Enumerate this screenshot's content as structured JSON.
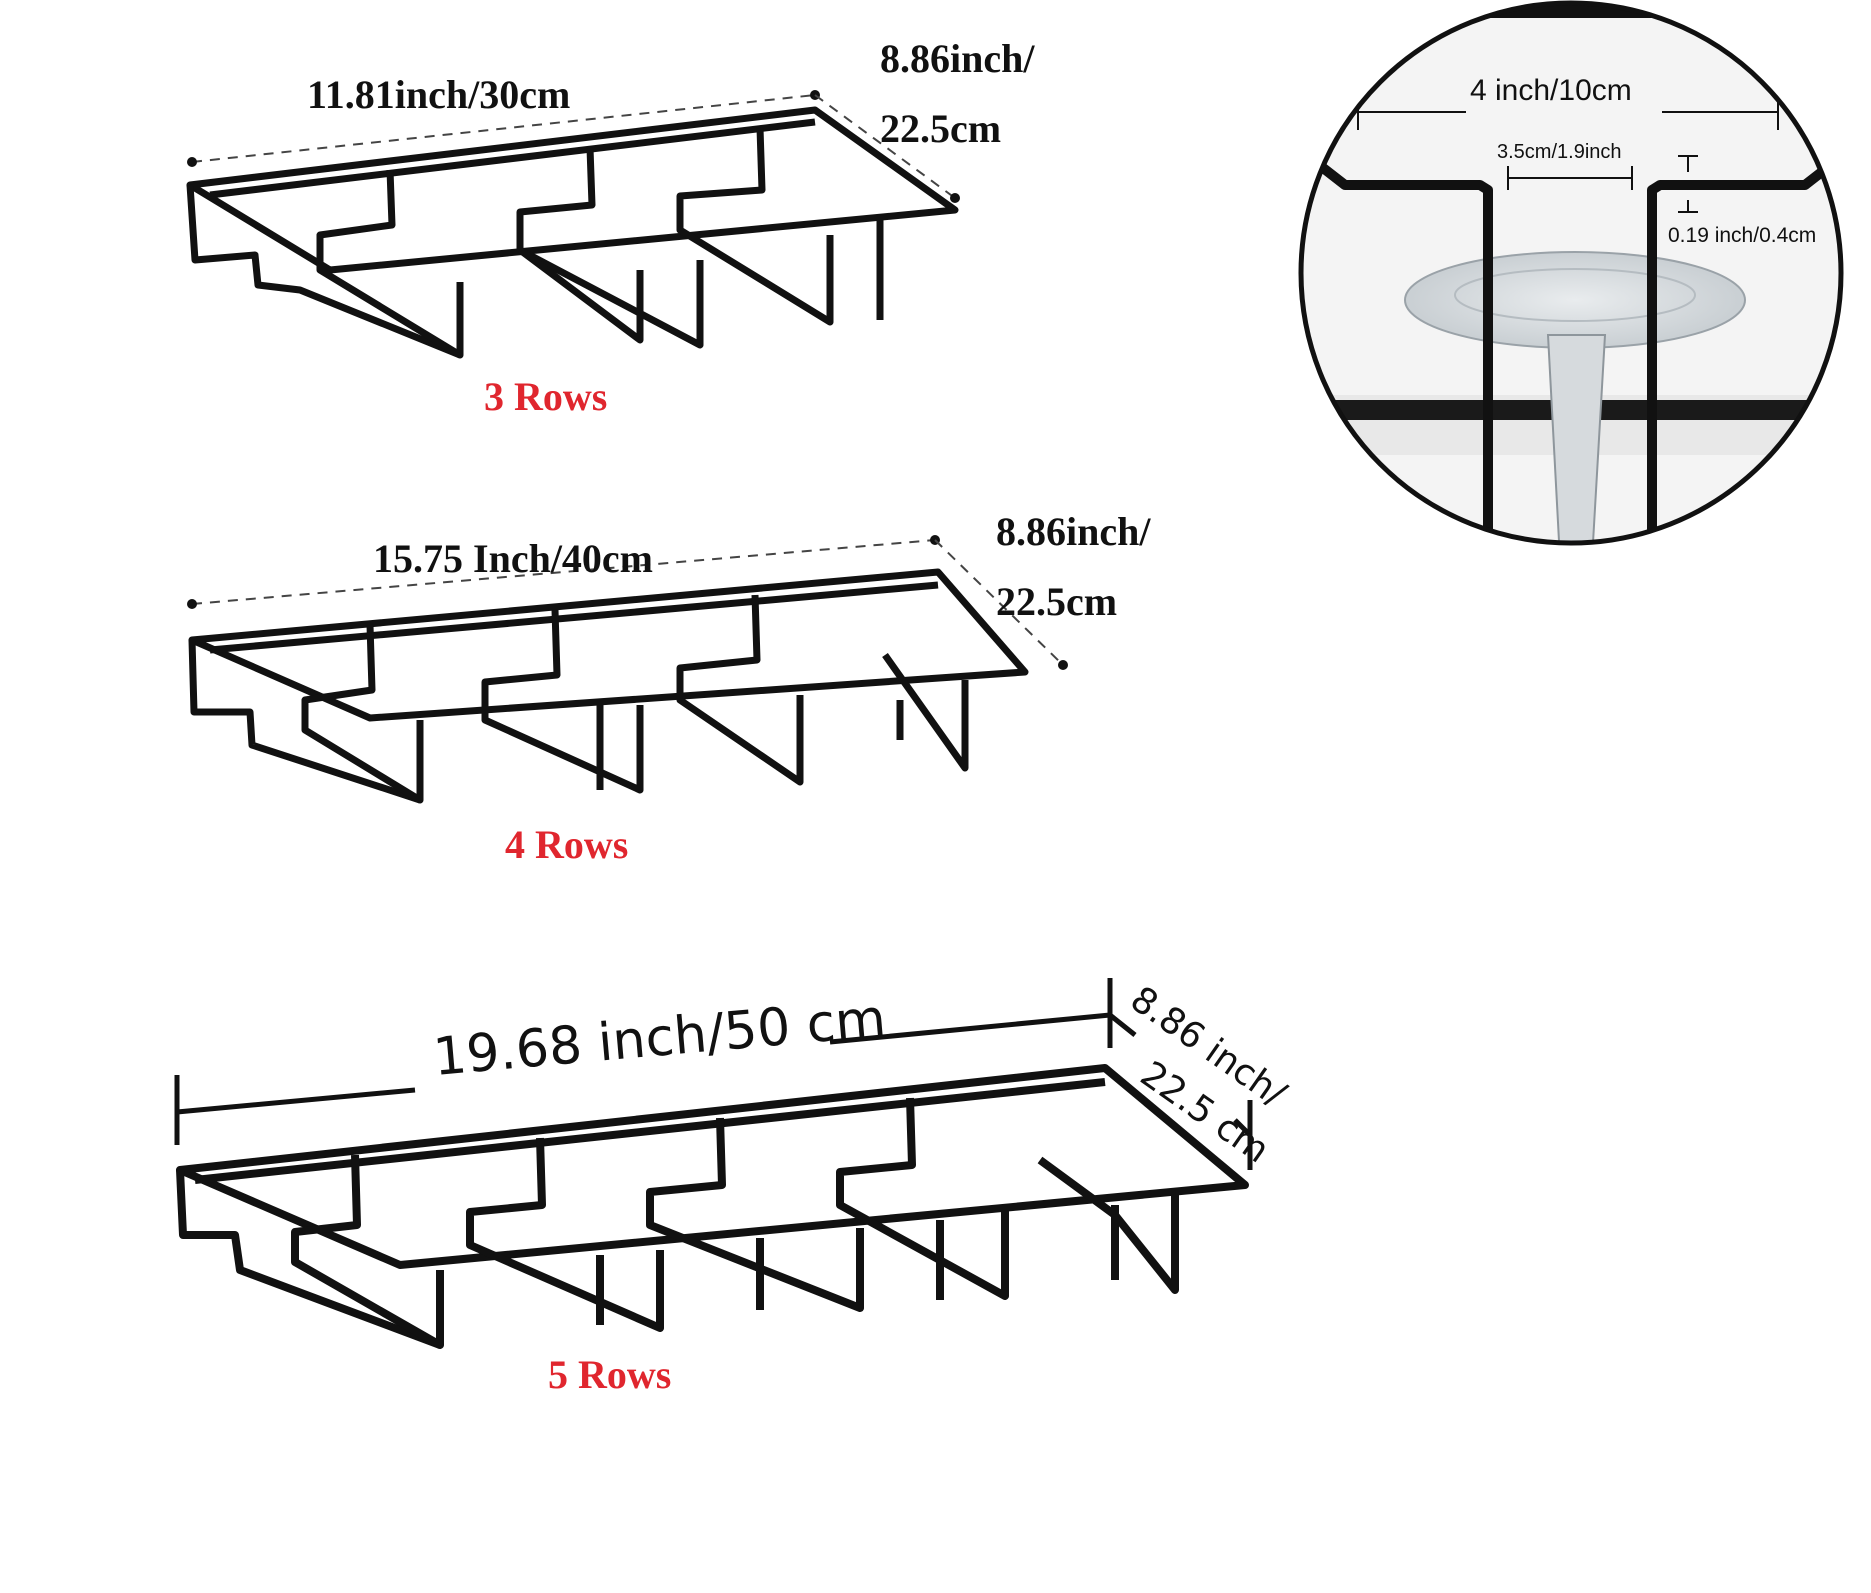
{
  "colors": {
    "background": "#ffffff",
    "frame": "#111111",
    "rows_label": "#e0262e",
    "detail_background": "#f2f2f2"
  },
  "racks": [
    {
      "length_label": "11.81inch/30cm",
      "depth_label_line1": "8.86inch/",
      "depth_label_line2": "22.5cm",
      "rows_label": "3 Rows"
    },
    {
      "length_label": "15.75 Inch/40cm",
      "depth_label_line1": "8.86inch/",
      "depth_label_line2": "22.5cm",
      "rows_label": "4 Rows"
    },
    {
      "length_label": "19.68 inch/50 cm",
      "depth_label_line1": "8.86 inch/",
      "depth_label_line2": "22.5 cm",
      "rows_label": "5 Rows"
    }
  ],
  "detail": {
    "slot_width_label": "4 inch/10cm",
    "gap_label": "3.5cm/1.9inch",
    "wire_label": "0.19 inch/0.4cm"
  }
}
